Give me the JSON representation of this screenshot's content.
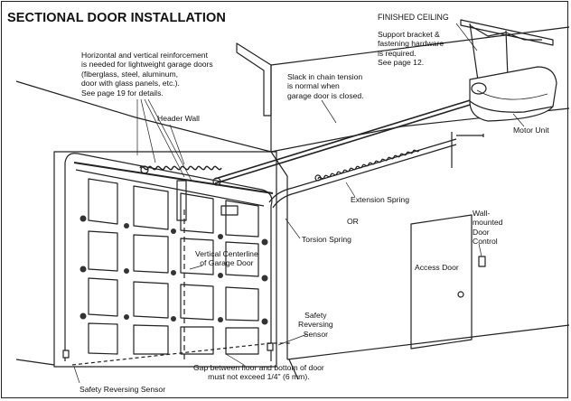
{
  "title": "SECTIONAL DOOR INSTALLATION",
  "labels": {
    "finished_ceiling": "FINISHED CEILING",
    "support_bracket": "Support bracket &\nfastening hardware\nis required.\nSee page 12.",
    "reinforcement": "Horizontal and vertical reinforcement\nis needed for lightweight garage doors\n(fiberglass, steel, aluminum,\ndoor with glass panels, etc.).\nSee page 19 for details.",
    "slack_chain": "Slack in chain tension\nis normal when\ngarage door is closed.",
    "header_wall": "Header Wall",
    "motor_unit": "Motor Unit",
    "extension_spring": "Extension Spring",
    "or": "OR",
    "torsion_spring": "Torsion Spring",
    "wall_control": "Wall-\nmounted\nDoor\nControl",
    "vertical_centerline": "Vertical Centerline\nof Garage Door",
    "access_door": "Access Door",
    "safety_sensor_right": "Safety\nReversing\nSensor",
    "gap_note": "Gap between floor and bottom of door\nmust not exceed 1/4\" (6 mm).",
    "safety_sensor_left": "Safety Reversing Sensor"
  }
}
